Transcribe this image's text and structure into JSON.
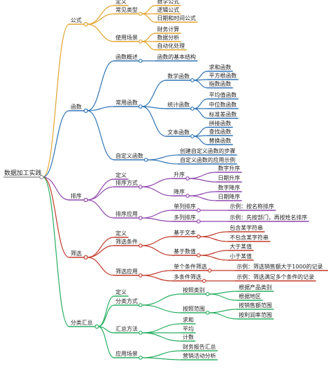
{
  "root": "数据加工实践",
  "branches": [
    {
      "id": "formula",
      "label": "公式",
      "color": "#e0a32e",
      "children": [
        {
          "label": "定义"
        },
        {
          "label": "常见类型",
          "children": [
            {
              "label": "数学公式"
            },
            {
              "label": "逻辑公式"
            },
            {
              "label": "日期和时间公式"
            }
          ]
        },
        {
          "label": "使用场景",
          "children": [
            {
              "label": "财务计算"
            },
            {
              "label": "数据分析"
            },
            {
              "label": "自动化处理"
            }
          ]
        }
      ]
    },
    {
      "id": "function",
      "label": "函数",
      "color": "#2e74b5",
      "children": [
        {
          "label": "函数概述",
          "children": [
            {
              "label": "函数的基本结构"
            }
          ]
        },
        {
          "label": "常用函数",
          "children": [
            {
              "label": "数学函数",
              "children": [
                {
                  "label": "求和函数"
                },
                {
                  "label": "平方根函数"
                },
                {
                  "label": "指数函数"
                }
              ]
            },
            {
              "label": "统计函数",
              "children": [
                {
                  "label": "平均值函数"
                },
                {
                  "label": "中位数函数"
                },
                {
                  "label": "标准差函数"
                }
              ]
            },
            {
              "label": "文本函数",
              "children": [
                {
                  "label": "拼接函数"
                },
                {
                  "label": "查找函数"
                },
                {
                  "label": "替换函数"
                }
              ]
            }
          ]
        },
        {
          "label": "自定义函数",
          "children": [
            {
              "label": "创建自定义函数的步骤"
            },
            {
              "label": "自定义函数的应用示例"
            }
          ]
        }
      ]
    },
    {
      "id": "sort",
      "label": "排序",
      "color": "#8e44ad",
      "children": [
        {
          "label": "定义"
        },
        {
          "label": "排序方式",
          "children": [
            {
              "label": "升序",
              "children": [
                {
                  "label": "数字升序"
                },
                {
                  "label": "日期升序"
                }
              ]
            },
            {
              "label": "降序",
              "children": [
                {
                  "label": "数字降序"
                },
                {
                  "label": "日期降序"
                }
              ]
            }
          ]
        },
        {
          "label": "排序应用",
          "children": [
            {
              "label": "单列排序",
              "children": [
                {
                  "label": "示例：按名称排序"
                }
              ]
            },
            {
              "label": "多列排序",
              "children": [
                {
                  "label": "示例：先按部门，再按姓名排序"
                }
              ]
            }
          ]
        }
      ]
    },
    {
      "id": "filter",
      "label": "筛选",
      "color": "#c0392b",
      "children": [
        {
          "label": "定义"
        },
        {
          "label": "筛选条件",
          "children": [
            {
              "label": "基于文本",
              "children": [
                {
                  "label": "包含某字符串"
                },
                {
                  "label": "不包含某字符串"
                }
              ]
            },
            {
              "label": "基于数值",
              "children": [
                {
                  "label": "大于某值"
                },
                {
                  "label": "小于某值"
                }
              ]
            }
          ]
        },
        {
          "label": "筛选应用",
          "children": [
            {
              "label": "单个条件筛选",
              "children": [
                {
                  "label": "示例：筛选销售额大于1000的记录"
                }
              ]
            },
            {
              "label": "多条件筛选",
              "children": [
                {
                  "label": "示例：筛选满足多个条件的记录"
                }
              ]
            }
          ]
        }
      ]
    },
    {
      "id": "group",
      "label": "分类汇总",
      "color": "#27ae60",
      "children": [
        {
          "label": "定义"
        },
        {
          "label": "分类方式",
          "children": [
            {
              "label": "按照类别",
              "children": [
                {
                  "label": "根据产品类别"
                },
                {
                  "label": "根据地区"
                }
              ]
            },
            {
              "label": "按照范围",
              "children": [
                {
                  "label": "按销售额范围"
                },
                {
                  "label": "按利润率范围"
                }
              ]
            }
          ]
        },
        {
          "label": "汇总方法",
          "children": [
            {
              "label": "求和"
            },
            {
              "label": "平均"
            },
            {
              "label": "计数"
            }
          ]
        },
        {
          "label": "应用场景",
          "children": [
            {
              "label": "财务报告汇总"
            },
            {
              "label": "营销活动分析"
            }
          ]
        }
      ]
    }
  ]
}
